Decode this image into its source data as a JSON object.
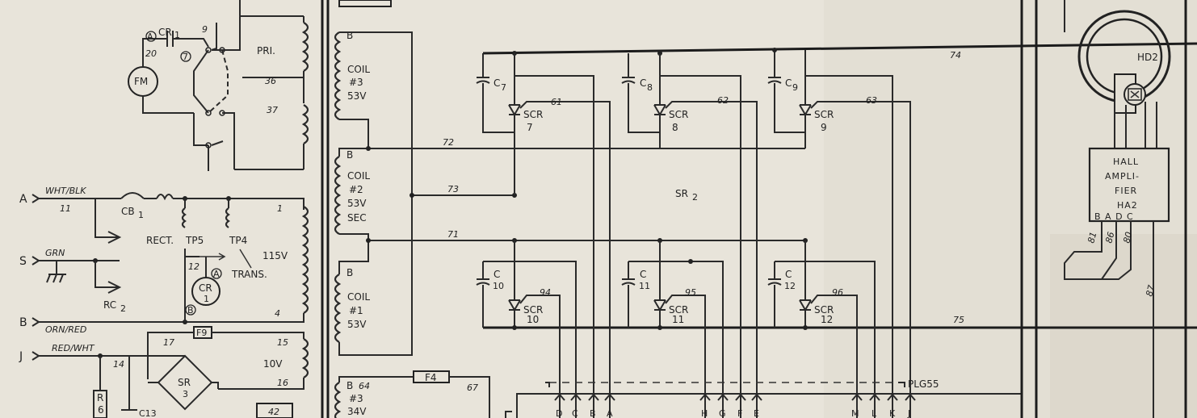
{
  "inputs": {
    "a": {
      "letter": "A",
      "wire": "WHT/BLK",
      "num": "11"
    },
    "s": {
      "letter": "S",
      "wire": "GRN"
    },
    "b": {
      "letter": "B",
      "wire": "ORN/RED"
    },
    "j": {
      "letter": "J",
      "wire": "RED/WHT",
      "num": "14"
    }
  },
  "components": {
    "cb1": {
      "name": "CB",
      "sub": "1"
    },
    "rc2": {
      "name": "RC",
      "sub": "2"
    },
    "rect": "RECT.",
    "tp5": "TP5",
    "tp4": "TP4",
    "trans": "TRANS.",
    "cr1_relay": {
      "name": "CR",
      "sub": "1",
      "node_a": "A"
    },
    "cr1_coil": {
      "name": "CR",
      "num": "1",
      "node_a": "A",
      "node_b": "B"
    },
    "fm": "FM",
    "f9": "F9",
    "f4": "F4",
    "sr3": {
      "name": "SR",
      "num": "3"
    },
    "r6": {
      "name": "R",
      "num": "6"
    },
    "c13": "C13",
    "sr2": {
      "name": "SR",
      "sub": "2"
    },
    "plg55": "PLG55"
  },
  "transformer_left": {
    "pri": "PRI.",
    "v115": "115V",
    "v10": "10V",
    "wires": {
      "w9": "9",
      "w36": "36",
      "w37": "37",
      "w20": "20",
      "w7": "7",
      "w4": "4",
      "w12": "12",
      "w15": "15",
      "w16": "16",
      "w17": "17",
      "w42": "42",
      "w1": "1"
    }
  },
  "transformer_right": {
    "coil3": {
      "b": "B",
      "name": "COIL",
      "num": "#3",
      "volt": "53V"
    },
    "coil2": {
      "b": "B",
      "name": "COIL",
      "num": "#2",
      "volt": "53V",
      "sec": "SEC"
    },
    "coil1": {
      "b": "B",
      "name": "COIL",
      "num": "#1",
      "volt": "53V"
    },
    "coil_bottom": {
      "b": "B",
      "wire": "64",
      "num": "#3",
      "volt": "34V"
    }
  },
  "bus_wires": {
    "w72": "72",
    "w73": "73",
    "w71": "71",
    "w74": "74",
    "w75": "75",
    "w67": "67"
  },
  "scrs": [
    {
      "name": "SCR",
      "num": "7",
      "wire": "61",
      "cap_main": "C",
      "cap_sub": "7"
    },
    {
      "name": "SCR",
      "num": "8",
      "wire": "62",
      "cap_main": "C",
      "cap_sub": "8"
    },
    {
      "name": "SCR",
      "num": "9",
      "wire": "63",
      "cap_main": "C",
      "cap_sub": "9"
    },
    {
      "name": "SCR",
      "num": "10",
      "wire": "94",
      "cap_main": "C",
      "cap_sub": "10"
    },
    {
      "name": "SCR",
      "num": "11",
      "wire": "95",
      "cap_main": "C",
      "cap_sub": "11"
    },
    {
      "name": "SCR",
      "num": "12",
      "wire": "96",
      "cap_main": "C",
      "cap_sub": "12"
    }
  ],
  "plug_pins": {
    "group1": [
      "D",
      "C",
      "B",
      "A"
    ],
    "group2": [
      "H",
      "G",
      "F",
      "E"
    ],
    "group3": [
      "M",
      "L",
      "K",
      "J"
    ]
  },
  "hall": {
    "hd2": "HD2",
    "line1": "HALL",
    "line2": "AMPLI-",
    "line3": "FIER",
    "line4": "HA2",
    "pins": "B A D C",
    "wires": {
      "w81": "81",
      "w86": "86",
      "w80": "80",
      "w87": "87"
    }
  }
}
